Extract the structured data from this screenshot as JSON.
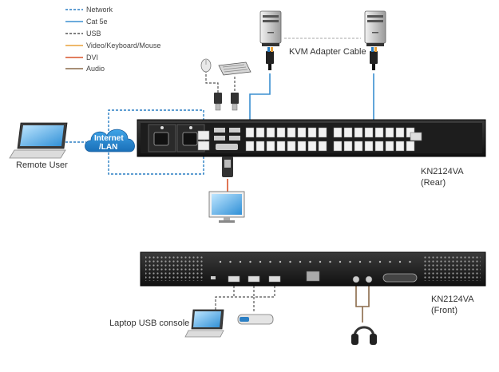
{
  "legend": {
    "items": [
      {
        "label": "Network",
        "color": "#2b7fc4",
        "style": "dashed"
      },
      {
        "label": "Cat 5e",
        "color": "#3b8fd0",
        "style": "solid"
      },
      {
        "label": "USB",
        "color": "#555555",
        "style": "dashed"
      },
      {
        "label": "Video/Keyboard/Mouse",
        "color": "#e8a23a",
        "style": "solid"
      },
      {
        "label": "DVI",
        "color": "#d9532a",
        "style": "solid"
      },
      {
        "label": "Audio",
        "color": "#8a6a4a",
        "style": "solid"
      }
    ]
  },
  "labels": {
    "cloud": [
      "Internet",
      "/LAN"
    ],
    "remote_user": "Remote User",
    "kvm_adapter_cable": "KVM Adapter Cable",
    "rear_model": "KN2124VA",
    "rear_view": "(Rear)",
    "front_model": "KN2124VA",
    "front_view": "(Front)",
    "laptop_usb_console": "Laptop USB console"
  },
  "icons": {
    "server": "server-tower-icon",
    "laptop": "laptop-icon",
    "monitor": "lcd-monitor-icon",
    "keyboard": "keyboard-icon",
    "mouse": "mouse-icon",
    "headset": "headset-icon",
    "usb_stick": "usb-flash-drive-icon"
  }
}
